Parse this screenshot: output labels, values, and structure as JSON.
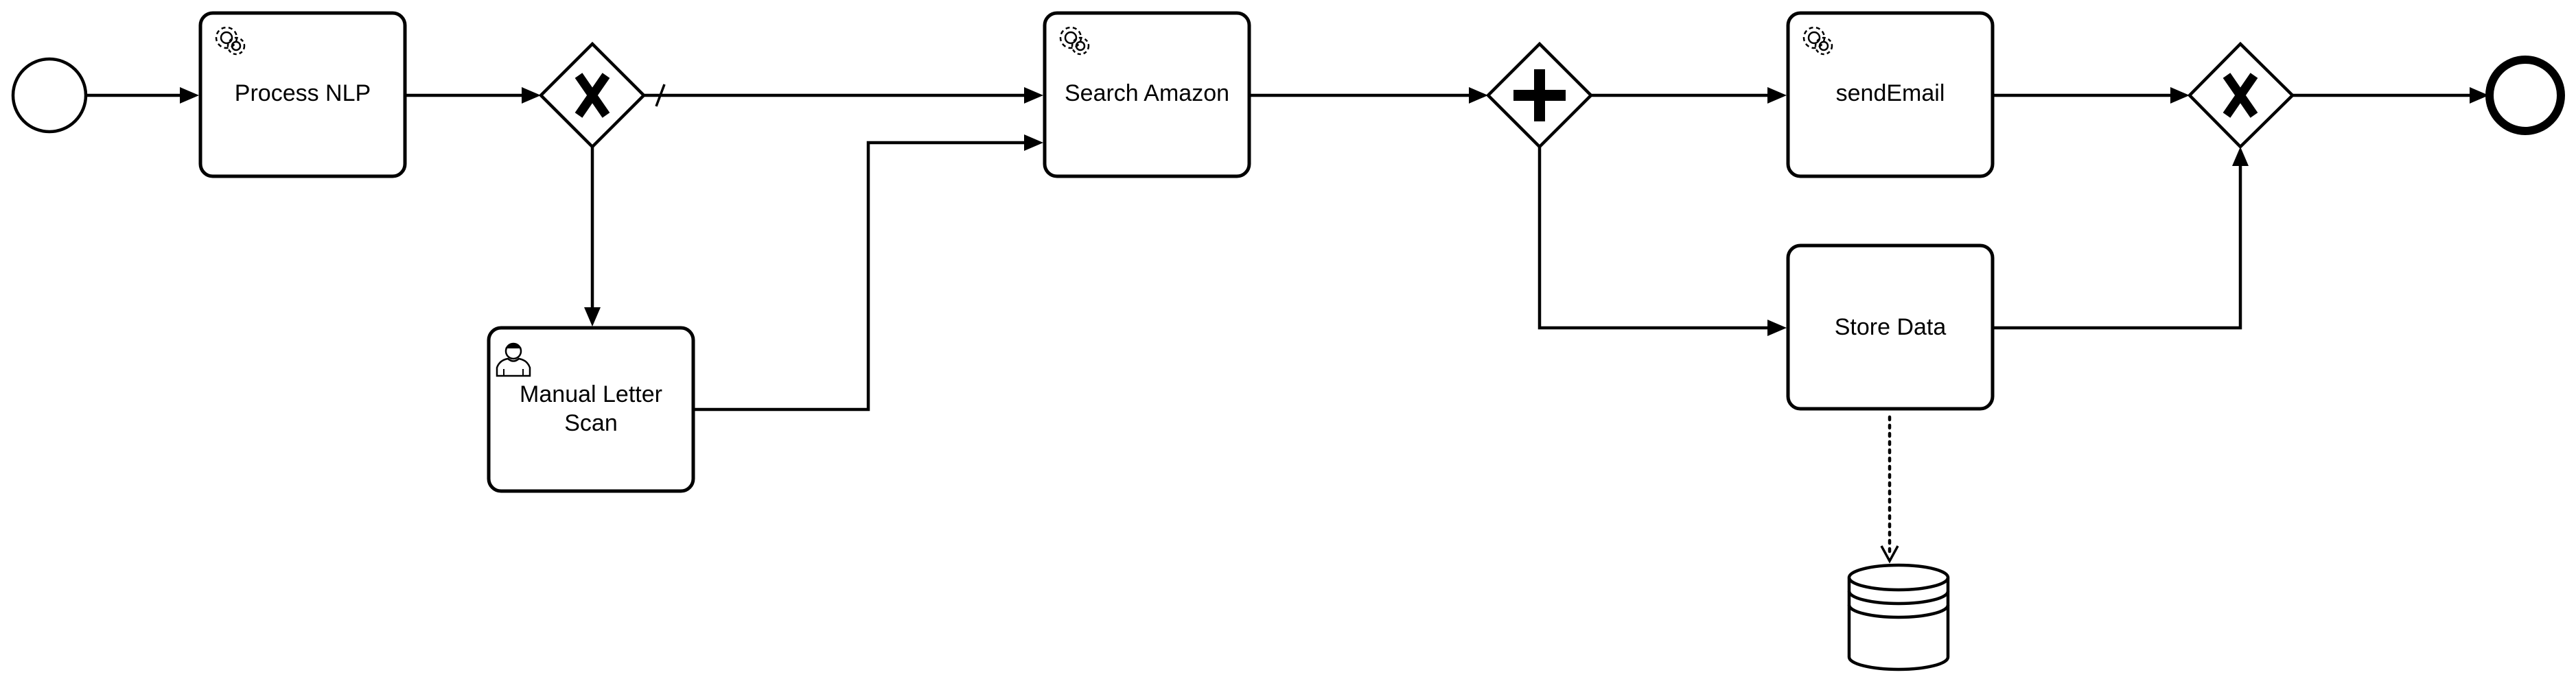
{
  "diagram": {
    "tasks": {
      "process_nlp": {
        "label": "Process NLP",
        "type": "service",
        "icon": "gear-icon"
      },
      "manual_letter_scan": {
        "label_line1": "Manual Letter",
        "label_line2": "Scan",
        "type": "user",
        "icon": "user-icon"
      },
      "search_amazon": {
        "label": "Search Amazon",
        "type": "service",
        "icon": "gear-icon"
      },
      "send_email": {
        "label": "sendEmail",
        "type": "service",
        "icon": "gear-icon"
      },
      "store_data": {
        "label": "Store Data",
        "type": "task"
      }
    },
    "gateways": {
      "xor_split": {
        "type": "exclusive"
      },
      "parallel_split": {
        "type": "parallel"
      },
      "xor_merge": {
        "type": "exclusive"
      }
    },
    "events": {
      "start": {
        "type": "start"
      },
      "end": {
        "type": "end"
      }
    },
    "data_store": {
      "type": "data-store",
      "icon": "database-icon"
    }
  }
}
